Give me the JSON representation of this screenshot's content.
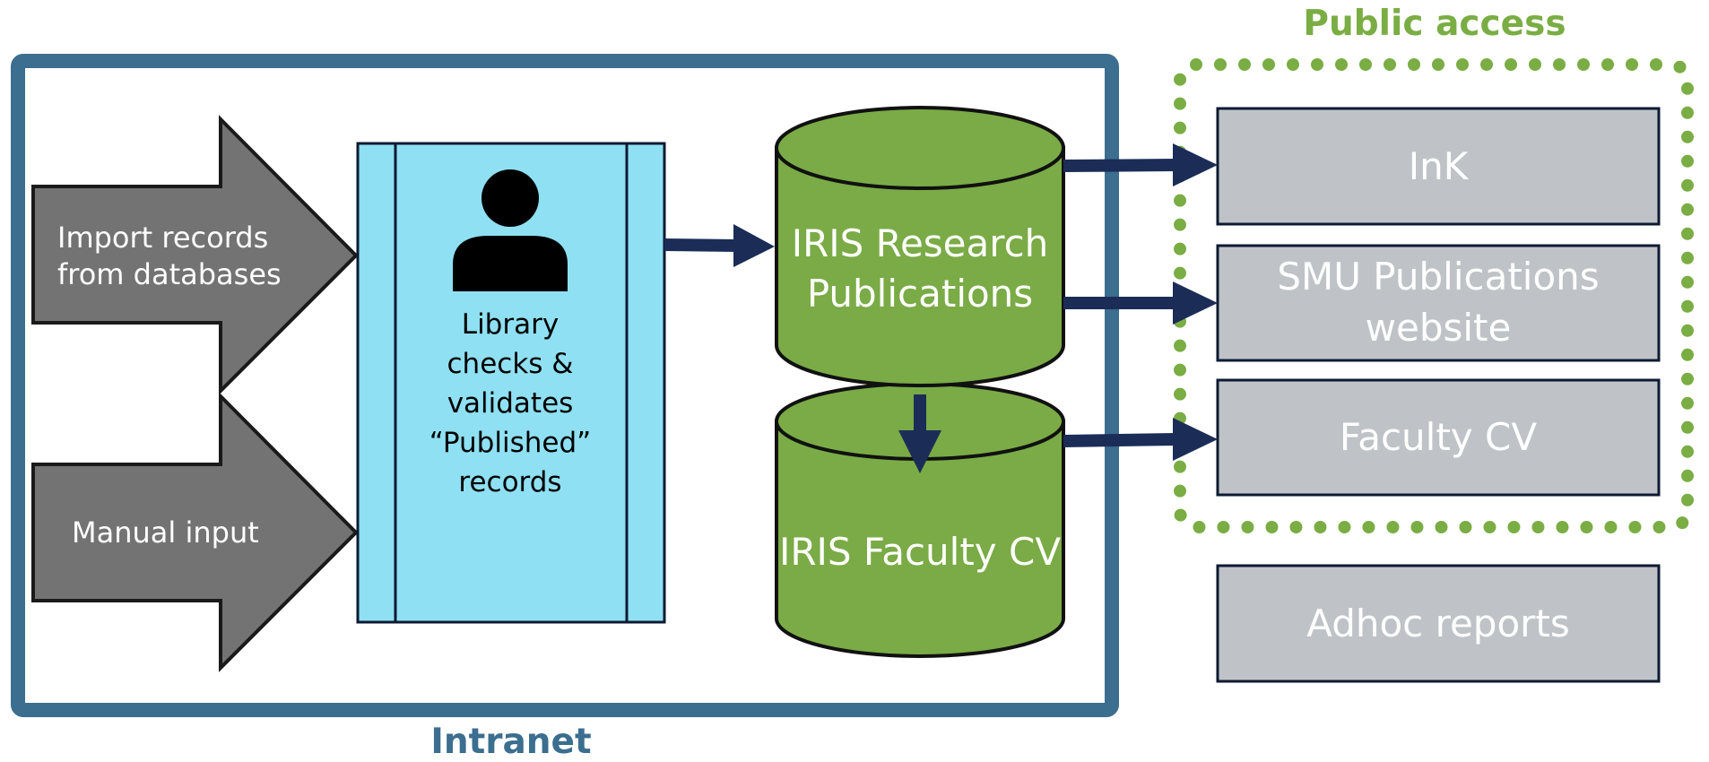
{
  "colors": {
    "intranet_border": "#3b6e8f",
    "public_border": "#7aad43",
    "arrow_gray": "#737373",
    "validation_fill": "#8fe0f2",
    "db_green": "#7aab46",
    "output_gray": "#bfc3c7",
    "connector": "#1b2d57"
  },
  "intranet": {
    "label": "Intranet"
  },
  "public_access": {
    "label": "Public access"
  },
  "inputs": [
    {
      "label": "Import records from databases"
    },
    {
      "label": "Manual input"
    }
  ],
  "validation": {
    "label": "Library checks & validates “Published” records",
    "icon": "person-icon"
  },
  "databases": [
    {
      "label": "IRIS Research Publications"
    },
    {
      "label": "IRIS Faculty CV"
    }
  ],
  "outputs": [
    {
      "label": "InK"
    },
    {
      "label": "SMU Publications website"
    },
    {
      "label": "Faculty CV"
    },
    {
      "label": "Adhoc reports"
    }
  ]
}
